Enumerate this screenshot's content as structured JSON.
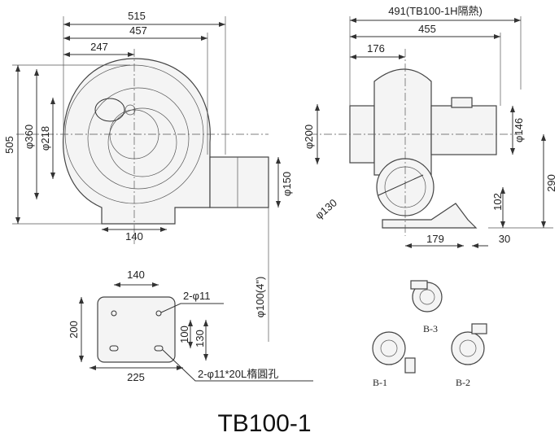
{
  "title": "TB100-1",
  "front_view": {
    "dim_overall_width": "515",
    "dim_width": "457",
    "dim_center": "247",
    "dim_height": "505",
    "dim_dia_outer": "φ360",
    "dim_dia_inner": "φ218",
    "dim_outlet_dia": "φ150",
    "dim_base": "140",
    "dim_outlet_pipe": "φ100(4\")"
  },
  "side_view": {
    "dim_overall_insulated": "491(TB100-1H隔熱)",
    "dim_overall": "455",
    "dim_to_center": "176",
    "dim_dia_housing": "φ200",
    "dim_dia_motor": "φ146",
    "dim_center_height": "290",
    "dim_outlet_height": "102",
    "dim_inlet_dia": "φ130",
    "dim_base_len": "179",
    "dim_base_offset": "30"
  },
  "base_plan": {
    "dim_hole_spacing": "140",
    "dim_depth": "200",
    "dim_slot_100": "100",
    "dim_slot_130": "130",
    "dim_width": "225",
    "note_holes": "2-φ11",
    "note_slots": "2-φ11*20L楕圓孔"
  },
  "orientations": [
    "B-3",
    "B-1",
    "B-2"
  ]
}
